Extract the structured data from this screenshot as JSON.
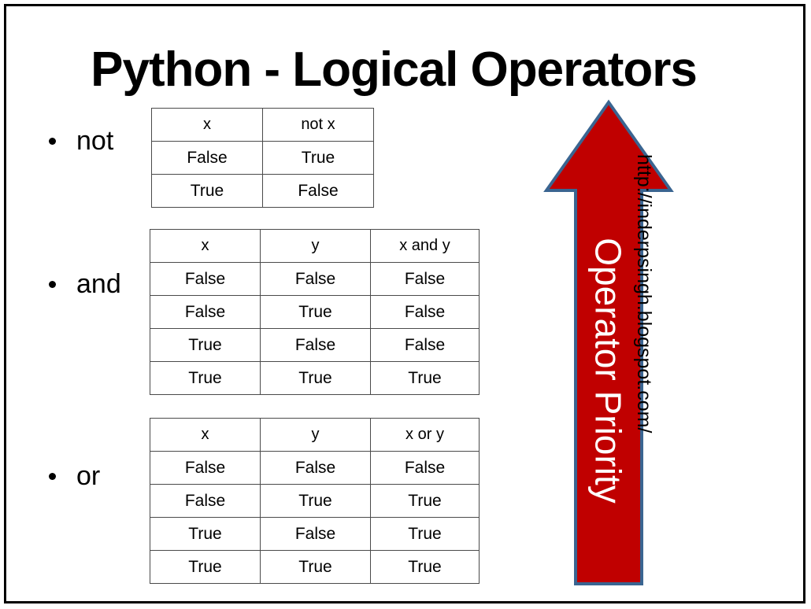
{
  "slide": {
    "title": "Python - Logical Operators",
    "border_color": "#000000",
    "background": "#ffffff"
  },
  "bullets": [
    {
      "label": "not"
    },
    {
      "label": "and"
    },
    {
      "label": "or"
    }
  ],
  "tables": {
    "not": {
      "headers": [
        "x",
        "not x"
      ],
      "rows": [
        [
          "False",
          "True"
        ],
        [
          "True",
          "False"
        ]
      ]
    },
    "and": {
      "headers": [
        "x",
        "y",
        "x and y"
      ],
      "rows": [
        [
          "False",
          "False",
          "False"
        ],
        [
          "False",
          "True",
          "False"
        ],
        [
          "True",
          "False",
          "False"
        ],
        [
          "True",
          "True",
          "True"
        ]
      ]
    },
    "or": {
      "headers": [
        "x",
        "y",
        "x or y"
      ],
      "rows": [
        [
          "False",
          "False",
          "False"
        ],
        [
          "False",
          "True",
          "True"
        ],
        [
          "True",
          "False",
          "True"
        ],
        [
          "True",
          "True",
          "True"
        ]
      ]
    }
  },
  "arrow": {
    "label": "Operator Priority",
    "direction": "up",
    "fill_color": "#C00000",
    "outline_color": "#3A6591",
    "text_color": "#FFFFFF"
  },
  "watermark": {
    "url": "http://inderpsingh.blogspot.com/"
  }
}
